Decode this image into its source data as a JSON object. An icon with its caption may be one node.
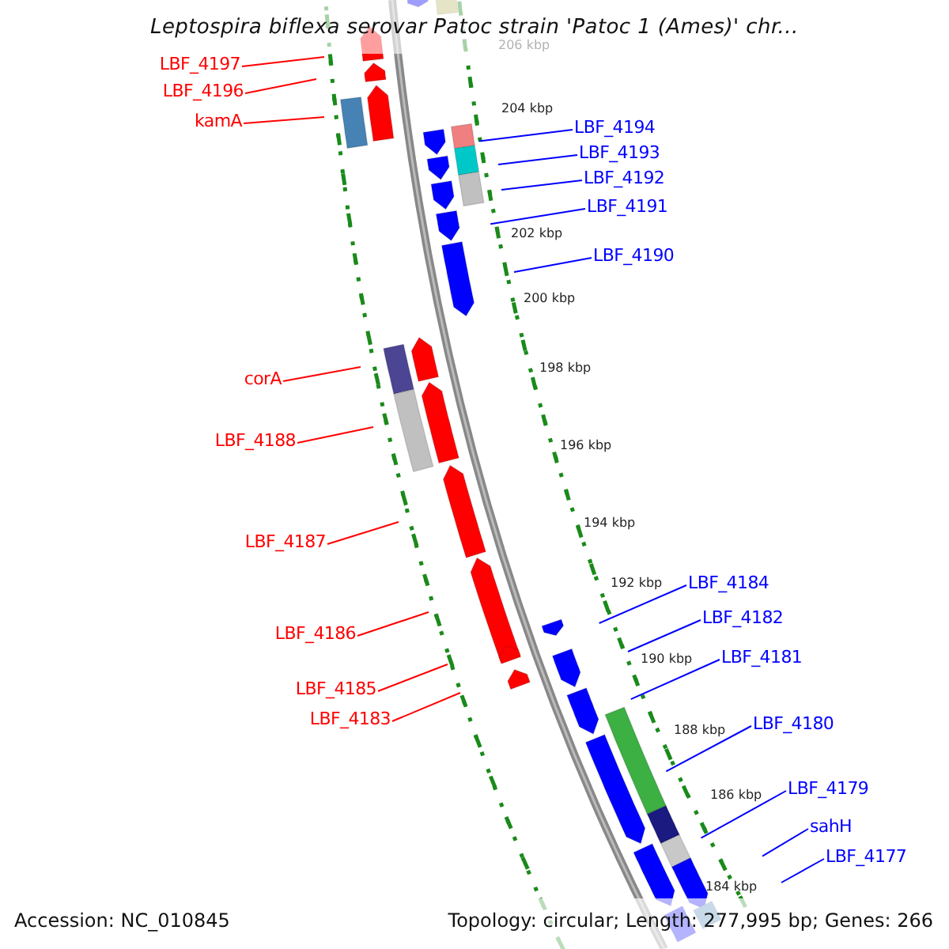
{
  "diagram": {
    "title": "Leptospira biflexa serovar Patoc strain 'Patoc 1 (Ames)' chr...",
    "nodes": [
      {
        "text": [
          "LBF_4197"
        ]
      },
      {
        "text": [
          "LBF_4196"
        ]
      },
      {
        "text": [
          "kamA"
        ]
      },
      {
        "text": [
          "LBF_4194"
        ]
      },
      {
        "text": [
          "LBF_4193"
        ]
      },
      {
        "text": [
          "LBF_4192"
        ]
      },
      {
        "text": [
          "LBF_4191"
        ]
      },
      {
        "text": [
          "LBF_4190"
        ]
      },
      {
        "text": [
          "corA"
        ]
      },
      {
        "text": [
          "LBF_4188"
        ]
      },
      {
        "text": [
          "LBF_4187"
        ]
      },
      {
        "text": [
          "LBF_4184"
        ]
      },
      {
        "text": [
          "LBF_4182"
        ]
      },
      {
        "text": [
          "LBF_4186"
        ]
      },
      {
        "text": [
          "LBF_4181"
        ]
      },
      {
        "text": [
          "LBF_4185"
        ]
      },
      {
        "text": [
          "LBF_4183"
        ]
      },
      {
        "text": [
          "LBF_4180"
        ]
      },
      {
        "text": [
          "LBF_4179"
        ]
      },
      {
        "text": [
          "sahH"
        ]
      },
      {
        "text": [
          "LBF_4177"
        ]
      }
    ],
    "edges": [
      {
        "from": 0,
        "to": null,
        "arrow": "none",
        "color": "#ff0000"
      },
      {
        "from": 1,
        "to": null,
        "arrow": "none",
        "color": "#ff0000"
      },
      {
        "from": 2,
        "to": null,
        "arrow": "none",
        "color": "#ff0000"
      },
      {
        "from": 3,
        "to": null,
        "arrow": "none"
      },
      {
        "from": 4,
        "to": null,
        "arrow": "none"
      },
      {
        "from": 5,
        "to": null,
        "arrow": "none"
      },
      {
        "from": 6,
        "to": null,
        "arrow": "none"
      },
      {
        "from": 7,
        "to": null,
        "arrow": "none"
      },
      {
        "from": 8,
        "to": null,
        "arrow": "none",
        "color": "#ff0000"
      },
      {
        "from": 9,
        "to": null,
        "arrow": "none",
        "color": "#ff0000"
      },
      {
        "from": 10,
        "to": null,
        "arrow": "none",
        "color": "#ff0000"
      },
      {
        "from": 11,
        "to": null,
        "arrow": "none"
      },
      {
        "from": 12,
        "to": null,
        "arrow": "none"
      },
      {
        "from": 13,
        "to": null,
        "arrow": "none",
        "color": "#ff0000"
      },
      {
        "from": 14,
        "to": null,
        "arrow": "none"
      },
      {
        "from": 15,
        "to": null,
        "arrow": "none",
        "color": "#ff0000"
      },
      {
        "from": 16,
        "to": null,
        "arrow": "none",
        "color": "#ff0000"
      },
      {
        "from": 17,
        "to": null,
        "arrow": "none"
      },
      {
        "from": 18,
        "to": null,
        "arrow": "none"
      },
      {
        "from": 19,
        "to": null,
        "arrow": "none"
      },
      {
        "from": 20,
        "to": null,
        "arrow": "none"
      }
    ],
    "labels": [
      "206 kbp",
      "204 kbp",
      "202 kbp",
      "200 kbp",
      "198 kbp",
      "196 kbp",
      "194 kbp",
      "192 kbp",
      "190 kbp",
      "188 kbp",
      "186 kbp",
      "184 kbp",
      "Accession: NC_010845",
      "Topology: circular; Length: 277,995 bp; Genes: 266"
    ]
  }
}
